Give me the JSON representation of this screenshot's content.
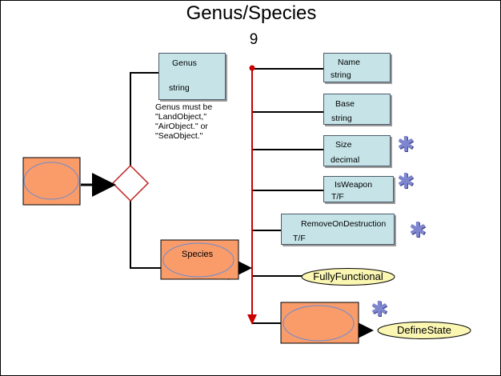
{
  "title": "Genus/Species",
  "slide_number": "9",
  "genus": {
    "name": "Genus",
    "type": "string"
  },
  "genus_note": "Genus must be\n\"LandObject,\"\n\"AirObject.\" or\n\"SeaObject.\"",
  "species_label": "Species",
  "attributes": [
    {
      "name": "Name",
      "type": "string"
    },
    {
      "name": "Base",
      "type": "string"
    },
    {
      "name": "Size",
      "type": "decimal"
    },
    {
      "name": "IsWeapon",
      "type": "T/F"
    },
    {
      "name": "RemoveOnDestruction",
      "type": "T/F"
    }
  ],
  "states": {
    "fully_functional": "FullyFunctional",
    "define_state": "DefineState"
  },
  "colors": {
    "attribute_box": "#c6e4e8",
    "object_fill": "#f99c6a",
    "ellipse_stroke": "#6a8ad0",
    "trunk_line": "#cc0000",
    "state_fill": "#fbf7b2",
    "star": "#7f86d0"
  },
  "icons": {
    "required_marker": "asterisk-icon",
    "decision": "diamond-icon",
    "arrow": "arrow-right-icon"
  }
}
